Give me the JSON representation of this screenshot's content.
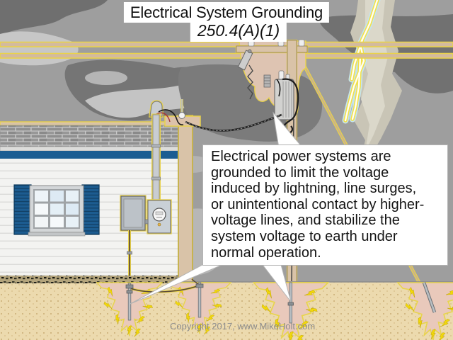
{
  "title": {
    "line1": "Electrical System Grounding",
    "line2": "250.4(A)(1)"
  },
  "callout": {
    "lines": [
      "Electrical power systems are",
      "grounded to limit the voltage",
      "induced by lightning, line surges,",
      "or unintentional contact by higher-",
      "voltage lines, and stabilize the",
      "system voltage to earth under",
      "normal operation."
    ]
  },
  "footer": {
    "copyright": "Copyright 2017, www.MikeHolt.com"
  },
  "scene": {
    "icons": [
      "lightning-bolt-icon",
      "utility-pole-icon",
      "transformer-icon",
      "weatherhead-icon",
      "meter-icon",
      "panel-icon",
      "ground-rod-icon",
      "earth-current-splat-icon"
    ]
  },
  "colors": {
    "accent_yellow": "#e8d24c",
    "bolt_yellow": "#f2d90a",
    "sky_gray": "#9e9e9e",
    "cloud_dark": "#757575",
    "cloud_light": "#c6c6c6",
    "earth_tan": "#ecdaae",
    "splat_pink": "#e9c9bb",
    "house_blue": "#1b5d92",
    "wood_tan": "#d9c3a8"
  }
}
